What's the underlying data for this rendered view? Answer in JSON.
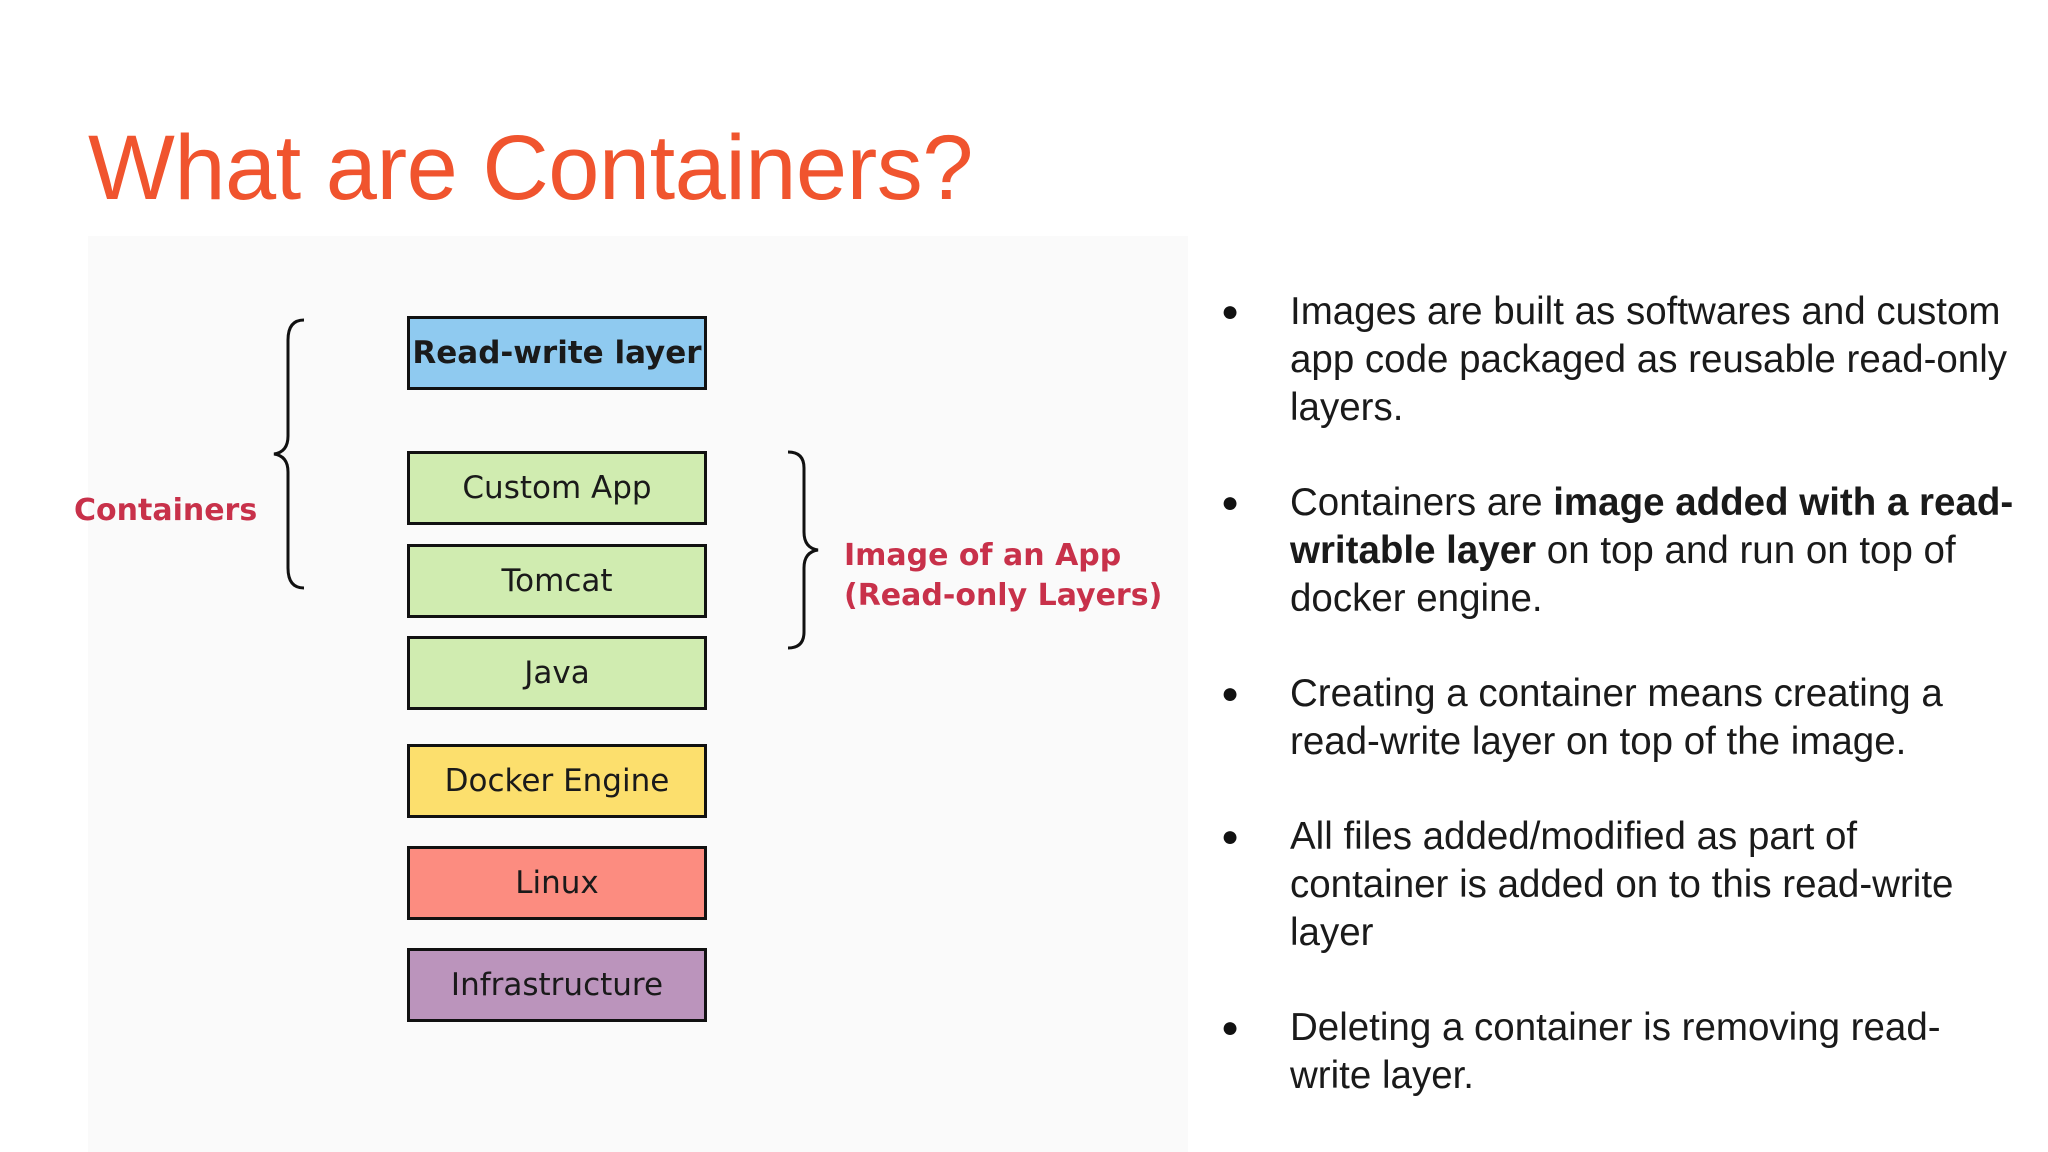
{
  "slide": {
    "title": "What are Containers?"
  },
  "diagram": {
    "layers": [
      {
        "label": "Read-write layer",
        "color": "#8fcaf0"
      },
      {
        "label": "Custom App",
        "color": "#d0ecb0"
      },
      {
        "label": "Tomcat",
        "color": "#d0ecb0"
      },
      {
        "label": "Java",
        "color": "#d0ecb0"
      },
      {
        "label": "Docker Engine",
        "color": "#fcdf6d"
      },
      {
        "label": "Linux",
        "color": "#fc8c80"
      },
      {
        "label": "Infrastructure",
        "color": "#bb94bc"
      }
    ],
    "containers_label": "Containers",
    "image_label_line1": "Image of an App",
    "image_label_line2": "(Read-only Layers)",
    "label_color": "#c8314a"
  },
  "bullets": [
    {
      "text": "Images are built as softwares and custom app code packaged as reusable read-only layers."
    },
    {
      "before": "Containers are ",
      "bold": "image added with a read-writable layer",
      "after": " on top and run on top of docker engine."
    },
    {
      "text": "Creating a container means creating a read-write layer on top of the image."
    },
    {
      "text": "All files added/modified as part of container is added on to this read-write layer"
    },
    {
      "text": "Deleting a container is removing read-write layer."
    }
  ],
  "bullet_symbol": "●",
  "accent_color": "#f0542e"
}
